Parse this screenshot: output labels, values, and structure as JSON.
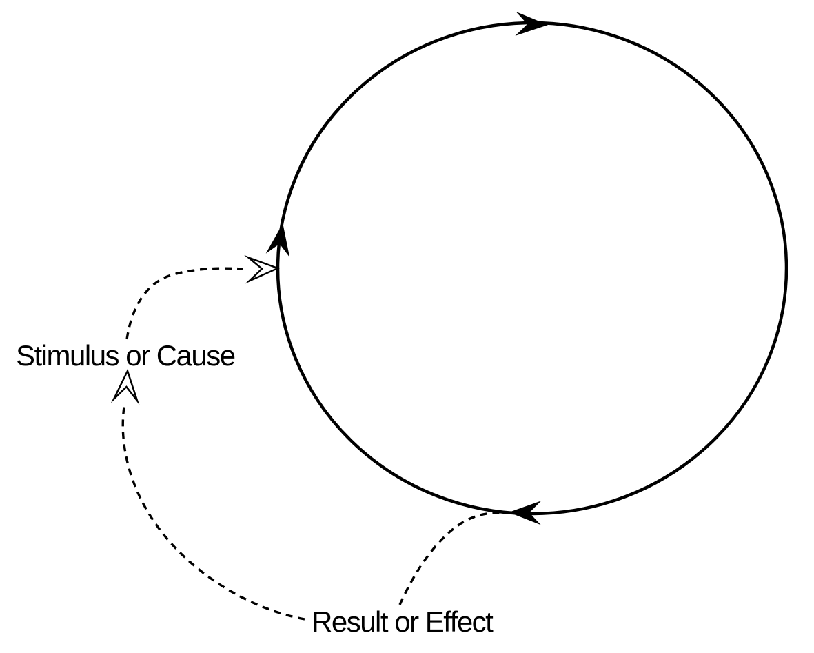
{
  "diagram": {
    "type": "cycle",
    "direction": "clockwise",
    "labels": {
      "stimulus": "Stimulus or Cause",
      "result": "Result or Effect"
    },
    "colors": {
      "line": "#000000",
      "background": "#ffffff"
    },
    "connections": [
      {
        "from": "Stimulus or Cause",
        "to": "cycle-left",
        "style": "dashed",
        "arrowhead": "open"
      },
      {
        "from": "Result or Effect",
        "to": "cycle-bottom-arrow",
        "style": "dashed",
        "arrowhead": "none"
      },
      {
        "from": "Result or Effect",
        "to": "Stimulus or Cause",
        "style": "dashed",
        "arrowhead": "open"
      }
    ],
    "cycle_arrowheads": 3
  }
}
